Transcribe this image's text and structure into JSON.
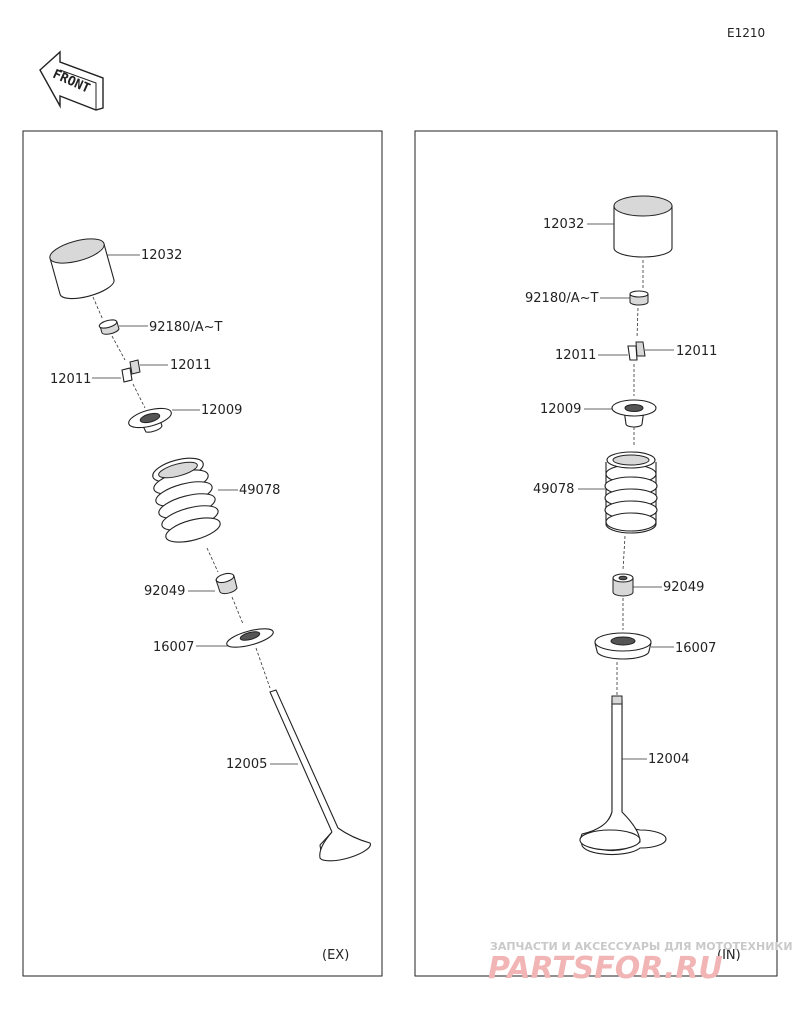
{
  "diagram_code": "E1210",
  "front_label": "FRONT",
  "exhaust": {
    "caption": "(EX)",
    "labels": {
      "tappet": "12032",
      "shim": "92180/A~T",
      "cotter_right": "12011",
      "cotter_left": "12011",
      "retainer": "12009",
      "spring": "49078",
      "seal": "92049",
      "seat": "16007",
      "valve": "12005"
    }
  },
  "intake": {
    "caption": "(IN)",
    "labels": {
      "tappet": "12032",
      "shim": "92180/A~T",
      "cotter_left": "12011",
      "cotter_right": "12011",
      "retainer": "12009",
      "spring": "49078",
      "seal": "92049",
      "seat": "16007",
      "valve": "12004"
    }
  },
  "watermark": {
    "line1": "ЗАПЧАСТИ И АКСЕССУАРЫ ДЛЯ МОТОТЕХНИКИ",
    "line2": "PARTSFOR.RU"
  }
}
